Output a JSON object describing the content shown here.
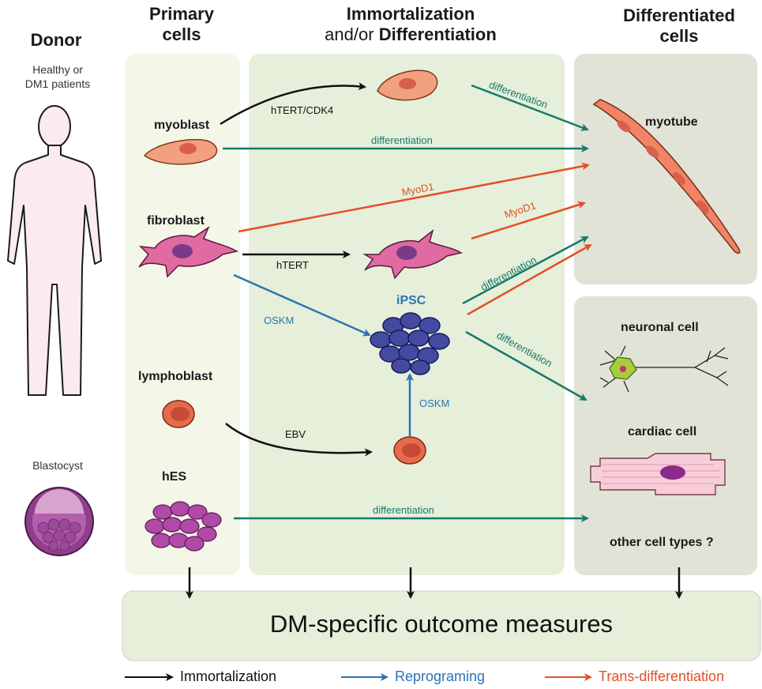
{
  "headers": {
    "donor": "Donor",
    "primary_line1": "Primary",
    "primary_line2": "cells",
    "immort_line1": "Immortalization",
    "immort_line2_prefix": "and/or",
    "immort_line2_bold": "Differentiation",
    "diff_line1": "Differentiated",
    "diff_line2": "cells"
  },
  "donor": {
    "healthy_line1": "Healthy or",
    "healthy_line2": "DM1 patients",
    "blastocyst": "Blastocyst"
  },
  "primary_cells": {
    "myoblast": "myoblast",
    "fibroblast": "fibroblast",
    "lymphoblast": "lymphoblast",
    "hes": "hES"
  },
  "middle": {
    "ipsc": "iPSC"
  },
  "differentiated": {
    "myotube": "myotube",
    "neuronal": "neuronal cell",
    "cardiac": "cardiac cell",
    "other": "other cell types ?"
  },
  "arrow_labels": {
    "htert_cdk4": "hTERT/CDK4",
    "htert": "hTERT",
    "ebv": "EBV",
    "oskm_fibro": "OSKM",
    "oskm_lympho": "OSKM",
    "diff_top": "differentiation",
    "diff_myoblast": "differentiation",
    "myod1_fibro": "MyoD1",
    "myod1_imm": "MyoD1",
    "diff_ipsc_myo": "differentiation",
    "diff_ipsc_neuro": "differentiation",
    "diff_hes": "differentiation"
  },
  "outcome": "DM-specific outcome measures",
  "legend": {
    "immortalization": "Immortalization",
    "reprograming": "Reprograming",
    "trans_differentiation": "Trans-differentiation"
  },
  "colors": {
    "immortalization": "#111111",
    "reprograming": "#2b73b6",
    "trans_differentiation": "#e2502a",
    "differentiation": "#167a6c",
    "panel_primary": "#f4f6e8",
    "panel_middle": "#e6efd9",
    "panel_differentiated": "#e2e3d7",
    "outcome_box": "#e6efd9"
  }
}
